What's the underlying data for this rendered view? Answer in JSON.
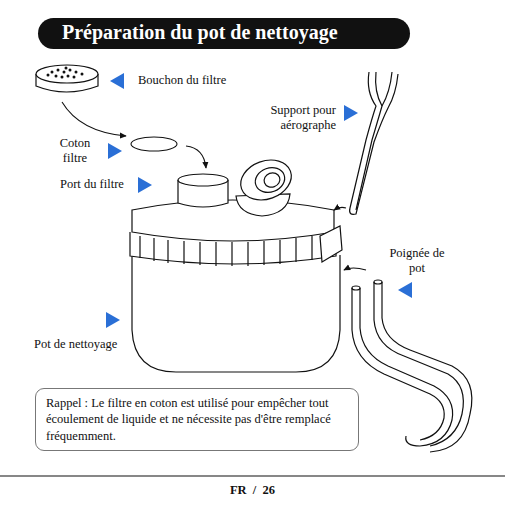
{
  "diagram": {
    "title": "Préparation du pot de nettoyage",
    "nodes": [
      {
        "text": [
          "Rappel : Le filtre en coton est utilisé pour empêcher tout écoulement de liquide et ne nécessite pas d'être remplacé fréquemment."
        ]
      }
    ],
    "labels": [
      "Bouchon du filtre",
      "Coton filtre",
      "Port du filtre",
      "Support pour aérographe",
      "Poignée de pot",
      "Pot de nettoyage",
      "FR  /  26"
    ]
  }
}
